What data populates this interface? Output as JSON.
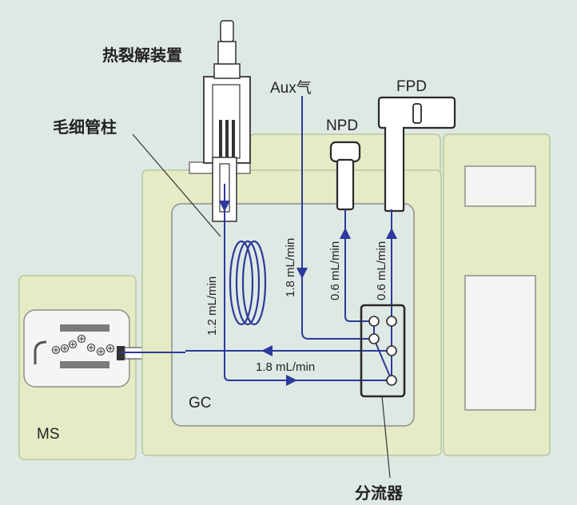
{
  "labels": {
    "pyrolyzer": "热裂解装置",
    "capillary_column": "毛细管柱",
    "aux_gas": "Aux气",
    "npd": "NPD",
    "fpd": "FPD",
    "gc": "GC",
    "ms": "MS",
    "splitter": "分流器"
  },
  "flows": {
    "column_flow": "1.2 mL/min",
    "aux_flow": "1.8 mL/min",
    "npd_flow": "0.6 mL/min",
    "fpd_flow": "0.6 mL/min",
    "ms_flow": "1.8 mL/min"
  },
  "colors": {
    "background": "#dfe9e4",
    "instrument_body": "#e5ebc4",
    "gas_line": "#2c3a9b"
  }
}
